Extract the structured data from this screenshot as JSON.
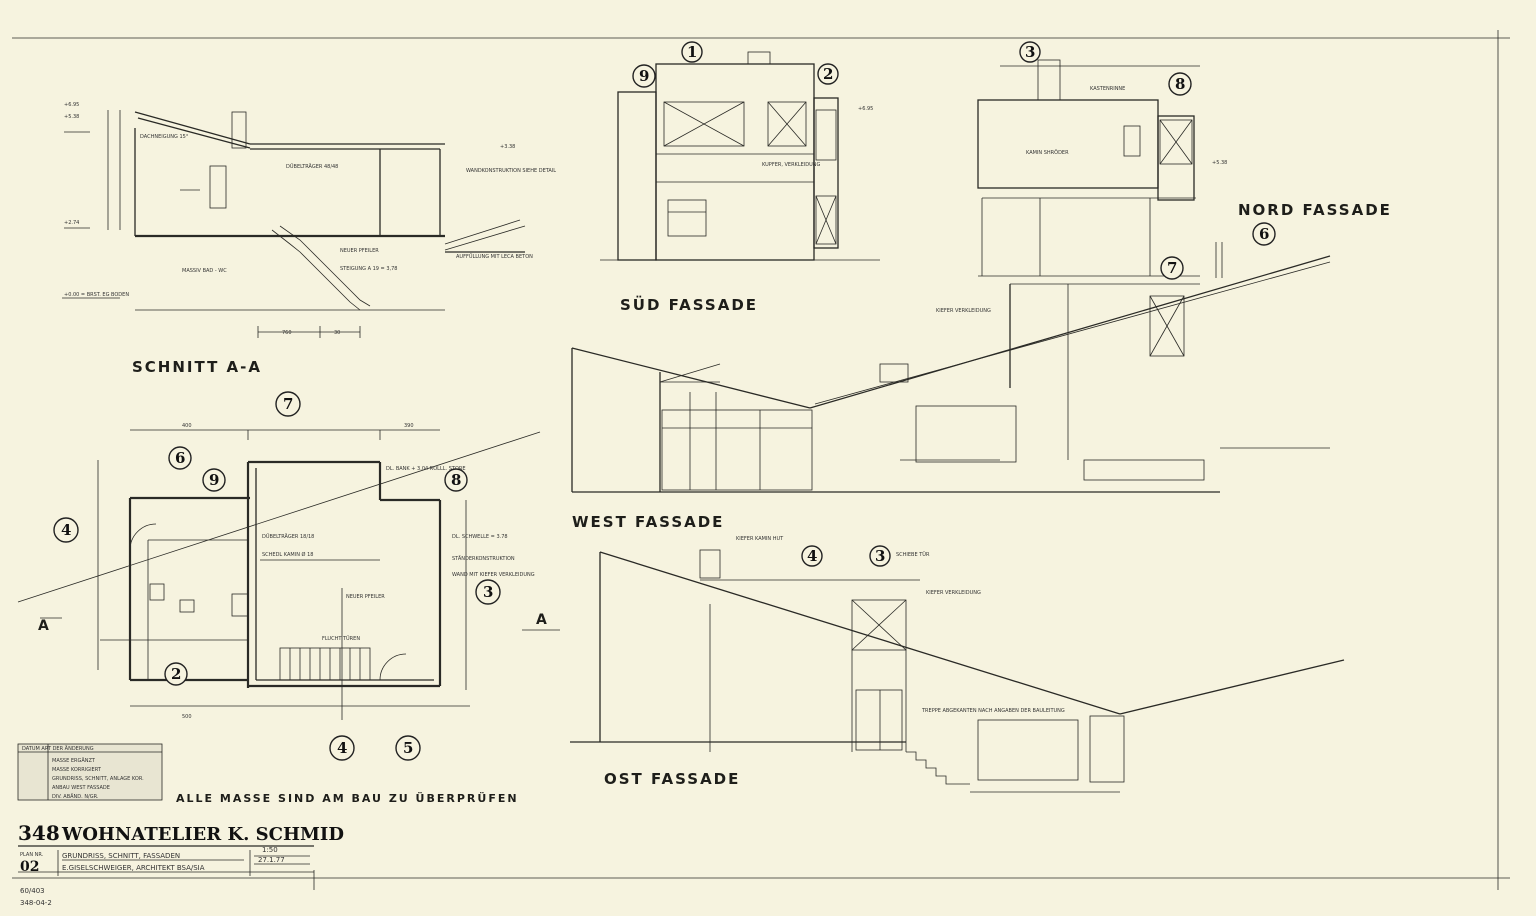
{
  "titles": {
    "section": "SCHNITT A-A",
    "south": "SÜD FASSADE",
    "north": "NORD FASSADE",
    "west": "WEST FASSADE",
    "east": "OST FASSADE",
    "note": "ALLE MASSE SIND AM BAU ZU ÜBERPRÜFEN"
  },
  "titleblock": {
    "project_no": "348",
    "project_name": "WOHNATELIER K. SCHMID",
    "plan_no": "02",
    "plan_label": "PLAN NR.",
    "content": "GRUNDRISS, SCHNITT, FASSADEN",
    "scale": "1:50",
    "date": "27.1.77",
    "author": "E.GISELSCHWEIGER, ARCHITEKT BSA/SIA",
    "stamp": "60/403",
    "archive": "348-04-2"
  },
  "revisions": [
    "MASSE ERGÄNZT",
    "MASSE KORRIGIERT",
    "GRUNDRISS, SCHNITT, ANLAGE KOR.",
    "ANBAU WEST FASSADE",
    "DIV. ABÄND. N/GR."
  ],
  "revision_header": "DATUM    ART DER ÄNDERUNG",
  "section_labels": {
    "roof_slope": "DACHNEIGUNG 15°",
    "bracket": "DÜBELTRÄGER 48/48",
    "wall": "WANDKONSTRUKTION SIEHE DETAIL",
    "stair": "MASSIV BAD - WC",
    "pillar": "NEUER PFEILER",
    "steps": "STEIGUNG A 19 = 3,78",
    "ramp": "AUFFÜLLUNG MIT LECA BETON",
    "zero": "+0.00 = BRST. EG BODEN",
    "dim1": "760",
    "dim2": "30",
    "lvl1": "+6.95",
    "lvl2": "+5.38",
    "lvl3": "+2.74",
    "lvl4": "+3.38"
  },
  "plan_labels": {
    "a_left": "A",
    "a_right": "A",
    "kamin": "SCHEDL KAMIN Ø 18",
    "fenster": "FLUCHT TÜREN",
    "pfeiler": "NEUER PFEILER",
    "dübel": "DÜBELTRÄGER 18/18",
    "staender": "STÄNDERKONSTRUKTION",
    "wand": "WAND MIT KIEFER VERKLEIDUNG",
    "schwelle": "DL. SCHWELLE = 3.78",
    "bank": "DL. BANK + 3.04 ROLLL. STORE",
    "dim_400": "400",
    "dim_390": "390",
    "dim_500": "500"
  },
  "facade_labels": {
    "sud_kupfer": "KUPFER, VERKLEIDUNG",
    "sud_lvl": "+6.95",
    "nord_kamin": "KAMIN SHRÖDER",
    "nord_lvl": "+5.38",
    "nord_kasten": "KASTENRINNE",
    "west_kiefer": "KIEFER VERKLEIDUNG",
    "ost_kiefer": "KIEFER KAMIN HUT",
    "ost_verkl": "KIEFER VERKLEIDUNG",
    "ost_treppe": "TREPPE ABGEKANTEN NACH ANGABEN DER BAULEITUNG",
    "ost_schiebe": "SCHIEBE TÜR"
  },
  "markers": [
    "1",
    "2",
    "3",
    "4",
    "5",
    "6",
    "7",
    "8",
    "9"
  ]
}
